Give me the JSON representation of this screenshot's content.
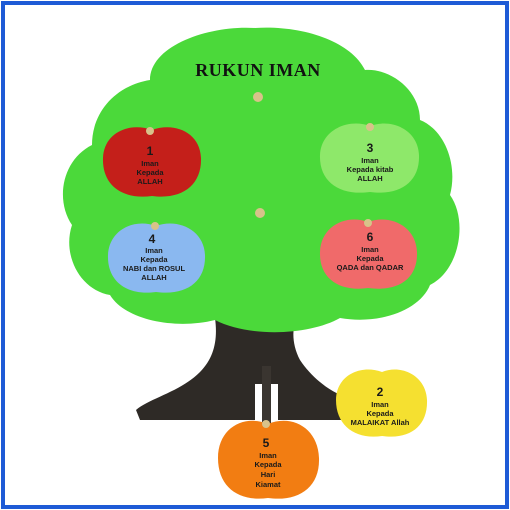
{
  "title": "RUKUN IMAN",
  "colors": {
    "border": "#1e5bd6",
    "canopy": "#4bd93a",
    "trunk": "#2e2a26",
    "peg": "#d8c28a",
    "apple_red": "#c41f1a",
    "apple_green": "#8ee86a",
    "apple_blue": "#8ab8f0",
    "apple_pink": "#f06a6a",
    "apple_yellow": "#f5e030",
    "apple_orange": "#f27d12"
  },
  "apples": [
    {
      "number": "1",
      "lines": [
        "Iman",
        "Kepada",
        "ALLAH"
      ]
    },
    {
      "number": "3",
      "lines": [
        "Iman",
        "Kepada kitab",
        "ALLAH"
      ]
    },
    {
      "number": "4",
      "lines": [
        "Iman",
        "Kepada",
        "NABI dan ROSUL",
        "ALLAH"
      ]
    },
    {
      "number": "6",
      "lines": [
        "Iman",
        "Kepada",
        "QADA dan QADAR"
      ]
    },
    {
      "number": "2",
      "lines": [
        "Iman",
        "Kepada",
        "MALAIKAT Allah"
      ]
    },
    {
      "number": "5",
      "lines": [
        "Iman",
        "Kepada",
        "Hari",
        "Kiamat"
      ]
    }
  ]
}
